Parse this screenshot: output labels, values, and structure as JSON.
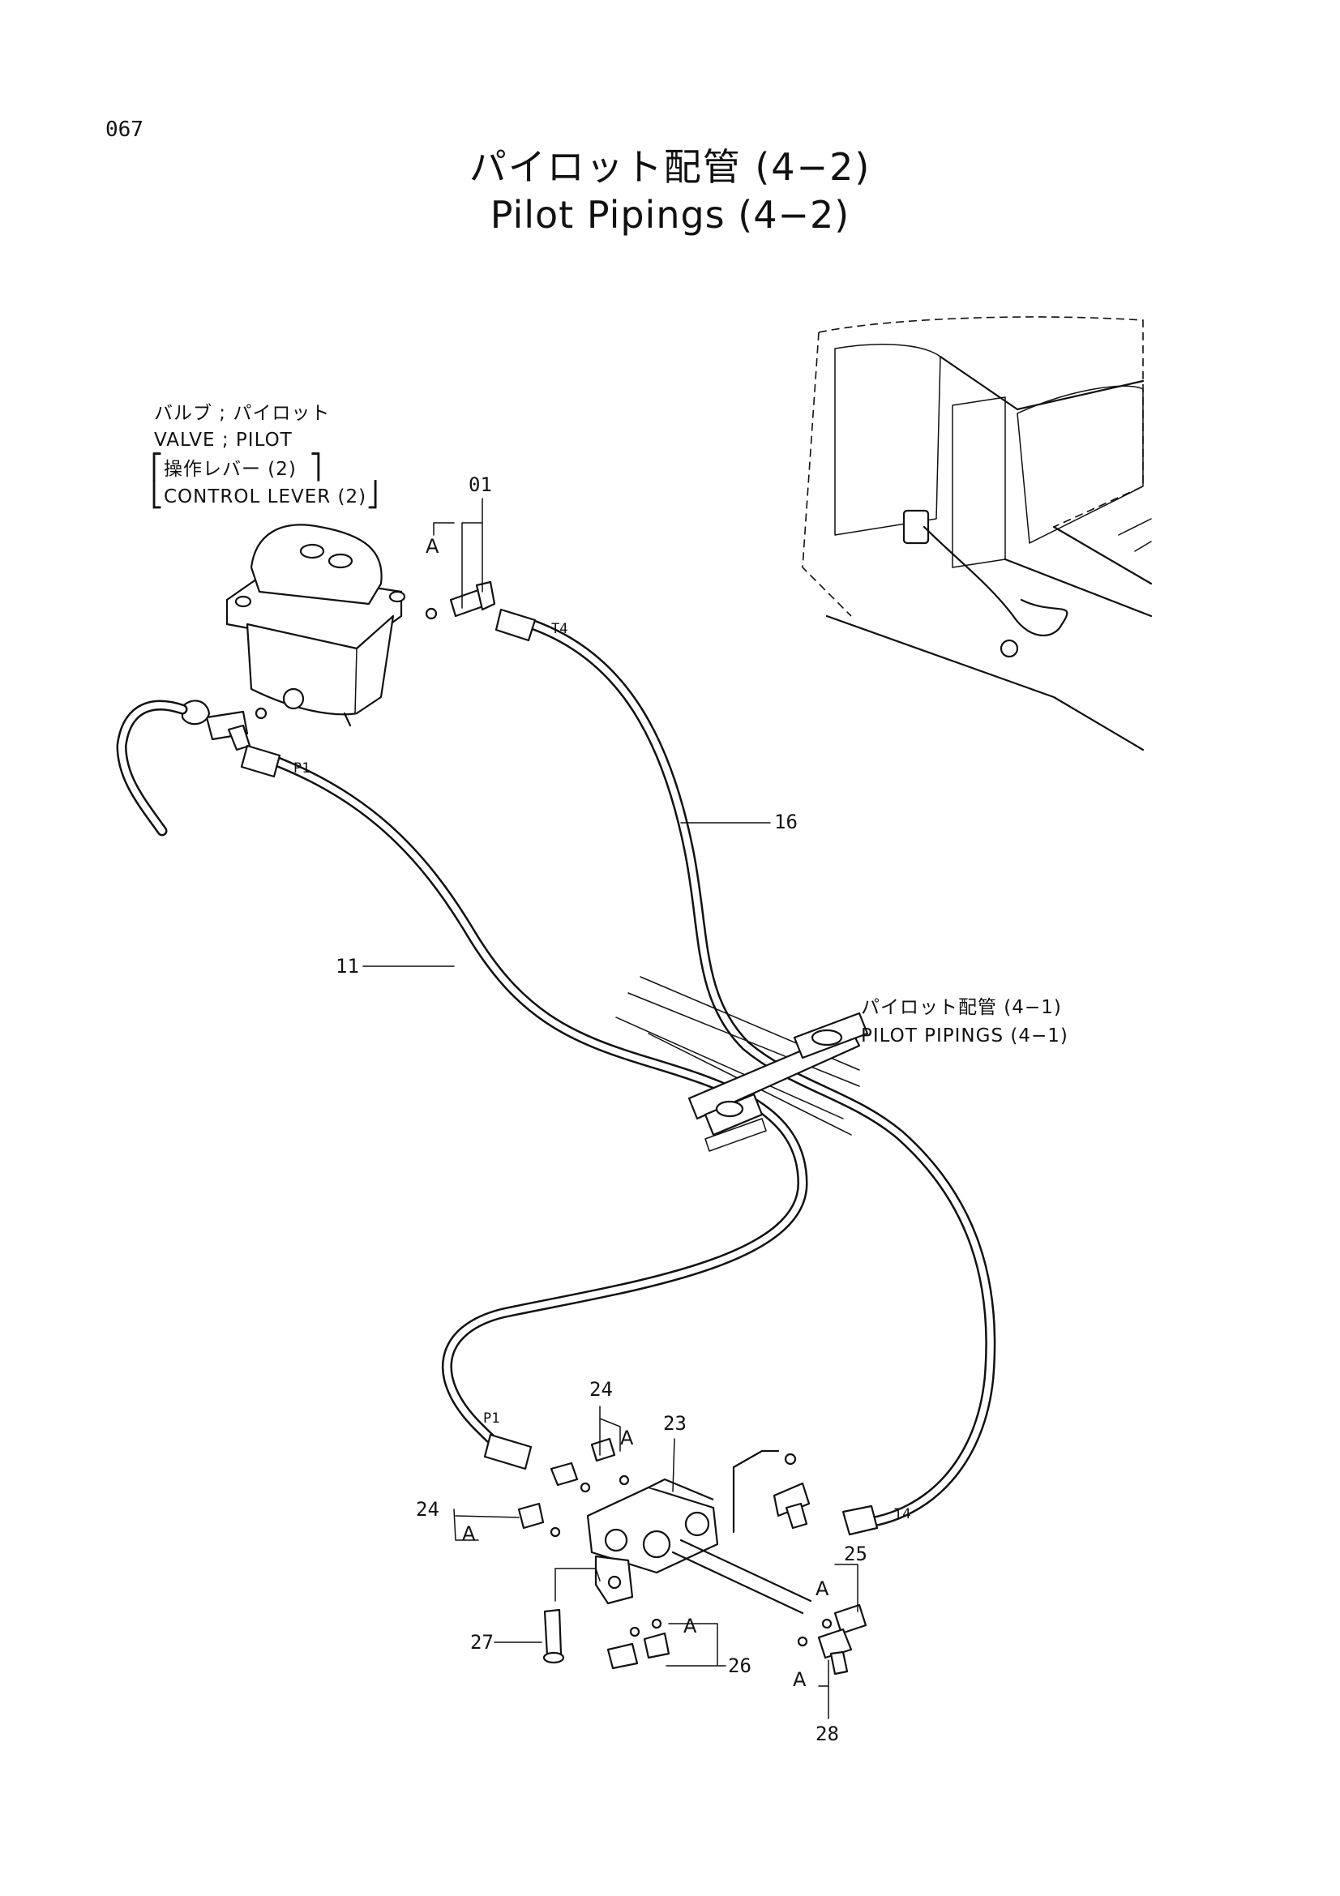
{
  "header": {
    "page_number": "067",
    "title_jp": "パイロット配管 (4−2)",
    "title_en": "Pilot Pipings (4−2)"
  },
  "callouts": {
    "valve_jp": "バルブ ; パイロット",
    "valve_en": "VALVE ; PILOT",
    "lever_jp": "操作レバー (2)",
    "lever_en": "CONTROL LEVER (2)",
    "ref_jp": "パイロット配管 (4−1)",
    "ref_en": "PILOT PIPINGS (4−1)"
  },
  "part_numbers": {
    "p01": "01",
    "p16": "16",
    "p11": "11",
    "p24_top": "24",
    "p23": "23",
    "p24_left": "24",
    "p25": "25",
    "p27": "27",
    "p26": "26",
    "p28": "28"
  },
  "port_labels": {
    "t4_top": "T4",
    "p1_top": "P1",
    "p1_bottom": "P1",
    "t4_bottom": "T4"
  },
  "flag_labels": {
    "a1": "A",
    "a2": "A",
    "a3": "A",
    "a4": "A",
    "a5": "A",
    "a6": "A"
  }
}
